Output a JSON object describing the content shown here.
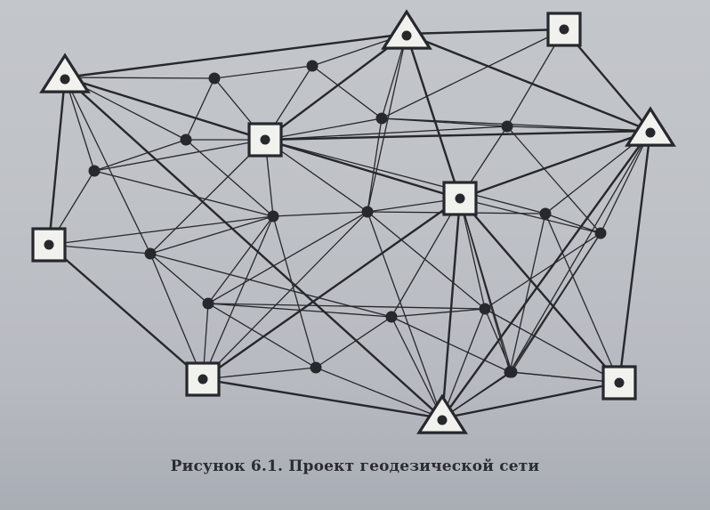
{
  "caption": "Рисунок 6.1. Проект геодезической сети",
  "colors": {
    "ink": "#26282c",
    "node_fill": "#f1f1ee"
  },
  "diagram": {
    "nodes": [
      {
        "id": "T1",
        "shape": "triangle"
      },
      {
        "id": "T2",
        "shape": "triangle"
      },
      {
        "id": "T3",
        "shape": "triangle"
      },
      {
        "id": "T4",
        "shape": "triangle"
      },
      {
        "id": "S1",
        "shape": "square"
      },
      {
        "id": "S2",
        "shape": "square"
      },
      {
        "id": "S3",
        "shape": "square"
      },
      {
        "id": "S4",
        "shape": "square"
      },
      {
        "id": "S5",
        "shape": "square"
      },
      {
        "id": "S6",
        "shape": "square"
      },
      {
        "id": "d1",
        "shape": "dot"
      },
      {
        "id": "d2",
        "shape": "dot"
      },
      {
        "id": "d3",
        "shape": "dot"
      },
      {
        "id": "d4",
        "shape": "dot"
      },
      {
        "id": "d5",
        "shape": "dot"
      },
      {
        "id": "d6",
        "shape": "dot"
      },
      {
        "id": "d7",
        "shape": "dot"
      },
      {
        "id": "d8",
        "shape": "dot"
      },
      {
        "id": "d9",
        "shape": "dot"
      },
      {
        "id": "d10",
        "shape": "dot"
      },
      {
        "id": "d11",
        "shape": "dot"
      },
      {
        "id": "d12",
        "shape": "dot"
      },
      {
        "id": "d13",
        "shape": "dot"
      },
      {
        "id": "d14",
        "shape": "dot"
      },
      {
        "id": "d15",
        "shape": "dot"
      },
      {
        "id": "d16",
        "shape": "dot"
      },
      {
        "id": "d17",
        "shape": "dot"
      }
    ],
    "edges": [
      [
        "T1",
        "T2"
      ],
      [
        "T2",
        "S1"
      ],
      [
        "T1",
        "S2"
      ],
      [
        "T1",
        "d1"
      ],
      [
        "T1",
        "d3"
      ],
      [
        "T1",
        "d4"
      ],
      [
        "T1",
        "S3"
      ],
      [
        "T1",
        "T4"
      ],
      [
        "T1",
        "d8"
      ],
      [
        "T2",
        "S2"
      ],
      [
        "T2",
        "d2"
      ],
      [
        "T2",
        "d5"
      ],
      [
        "T2",
        "S4"
      ],
      [
        "T2",
        "T3"
      ],
      [
        "T2",
        "d9"
      ],
      [
        "S1",
        "T3"
      ],
      [
        "S1",
        "d6"
      ],
      [
        "S1",
        "d5"
      ],
      [
        "T3",
        "d6"
      ],
      [
        "T3",
        "S4"
      ],
      [
        "T3",
        "d10"
      ],
      [
        "T3",
        "d11"
      ],
      [
        "T3",
        "d12"
      ],
      [
        "T3",
        "S6"
      ],
      [
        "T3",
        "T4"
      ],
      [
        "T3",
        "S2"
      ],
      [
        "T3",
        "d5"
      ],
      [
        "d1",
        "d2"
      ],
      [
        "d1",
        "d3"
      ],
      [
        "d1",
        "S2"
      ],
      [
        "d2",
        "S2"
      ],
      [
        "d2",
        "d5"
      ],
      [
        "d3",
        "S2"
      ],
      [
        "d3",
        "d4"
      ],
      [
        "d3",
        "d7"
      ],
      [
        "d4",
        "S3"
      ],
      [
        "d4",
        "d7"
      ],
      [
        "d4",
        "S2"
      ],
      [
        "S2",
        "d5"
      ],
      [
        "S2",
        "d6"
      ],
      [
        "S2",
        "d9"
      ],
      [
        "S2",
        "d8"
      ],
      [
        "S2",
        "S4"
      ],
      [
        "S2",
        "d7"
      ],
      [
        "S2",
        "d10"
      ],
      [
        "d5",
        "d6"
      ],
      [
        "d5",
        "d9"
      ],
      [
        "d6",
        "S4"
      ],
      [
        "d6",
        "d11"
      ],
      [
        "S3",
        "d7"
      ],
      [
        "S3",
        "d8"
      ],
      [
        "S3",
        "S5"
      ],
      [
        "d7",
        "d8"
      ],
      [
        "d7",
        "d9"
      ],
      [
        "d7",
        "d13"
      ],
      [
        "d7",
        "S5"
      ],
      [
        "d7",
        "d14"
      ],
      [
        "d8",
        "d13"
      ],
      [
        "d8",
        "S5"
      ],
      [
        "d8",
        "d15"
      ],
      [
        "d9",
        "S4"
      ],
      [
        "d9",
        "d13"
      ],
      [
        "d9",
        "d16"
      ],
      [
        "d9",
        "S5"
      ],
      [
        "d9",
        "T4"
      ],
      [
        "S4",
        "d11"
      ],
      [
        "S4",
        "d12"
      ],
      [
        "S4",
        "d16"
      ],
      [
        "S4",
        "T4"
      ],
      [
        "S4",
        "d17"
      ],
      [
        "S4",
        "S6"
      ],
      [
        "S4",
        "S5"
      ],
      [
        "S4",
        "d15"
      ],
      [
        "d10",
        "d11"
      ],
      [
        "d10",
        "d12"
      ],
      [
        "d11",
        "d12"
      ],
      [
        "d11",
        "d16"
      ],
      [
        "d11",
        "d17"
      ],
      [
        "d12",
        "S6"
      ],
      [
        "d12",
        "d17"
      ],
      [
        "d12",
        "T4"
      ],
      [
        "S5",
        "d13"
      ],
      [
        "S5",
        "d14"
      ],
      [
        "S5",
        "T4"
      ],
      [
        "d13",
        "d14"
      ],
      [
        "d13",
        "d15"
      ],
      [
        "d13",
        "d16"
      ],
      [
        "d14",
        "d15"
      ],
      [
        "d14",
        "T4"
      ],
      [
        "d15",
        "T4"
      ],
      [
        "d15",
        "d16"
      ],
      [
        "d16",
        "d17"
      ],
      [
        "d16",
        "T4"
      ],
      [
        "d16",
        "S6"
      ],
      [
        "d17",
        "S6"
      ],
      [
        "d17",
        "T4"
      ],
      [
        "T4",
        "S6"
      ],
      [
        "d10",
        "d9"
      ],
      [
        "d15",
        "d12"
      ],
      [
        "d10",
        "S6"
      ]
    ]
  }
}
